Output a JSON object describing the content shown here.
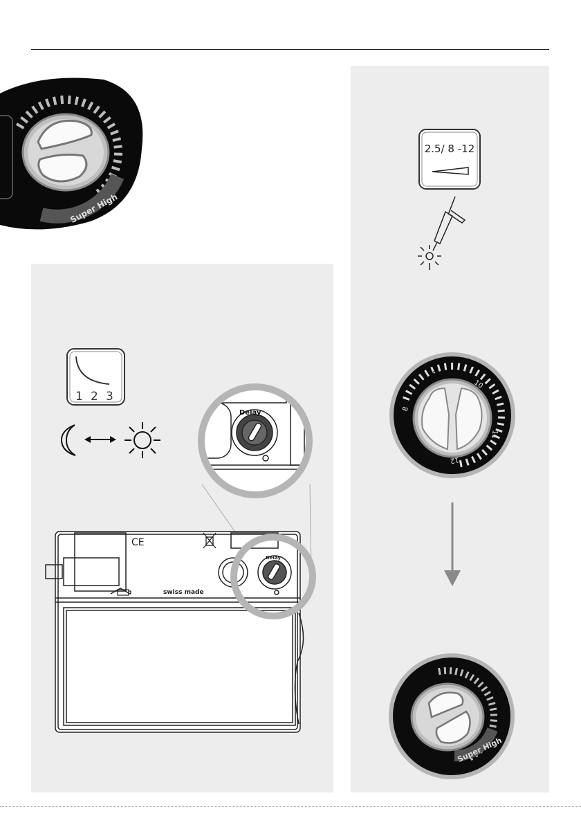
{
  "top_dial": {
    "label": "Super High"
  },
  "left_panel": {
    "icon_curve": {
      "digits": [
        "1",
        "2",
        "3"
      ]
    },
    "device": {
      "ce_mark": "CE",
      "made_text": "swiss made",
      "knob_label": "Delay"
    }
  },
  "right_panel": {
    "shade_icon": {
      "text": "2.5/ 8 -12"
    },
    "shade_dial": {
      "ticks": [
        "8",
        "9",
        "10",
        "11",
        "12"
      ]
    },
    "bottom_dial": {
      "label": "Super High"
    }
  }
}
